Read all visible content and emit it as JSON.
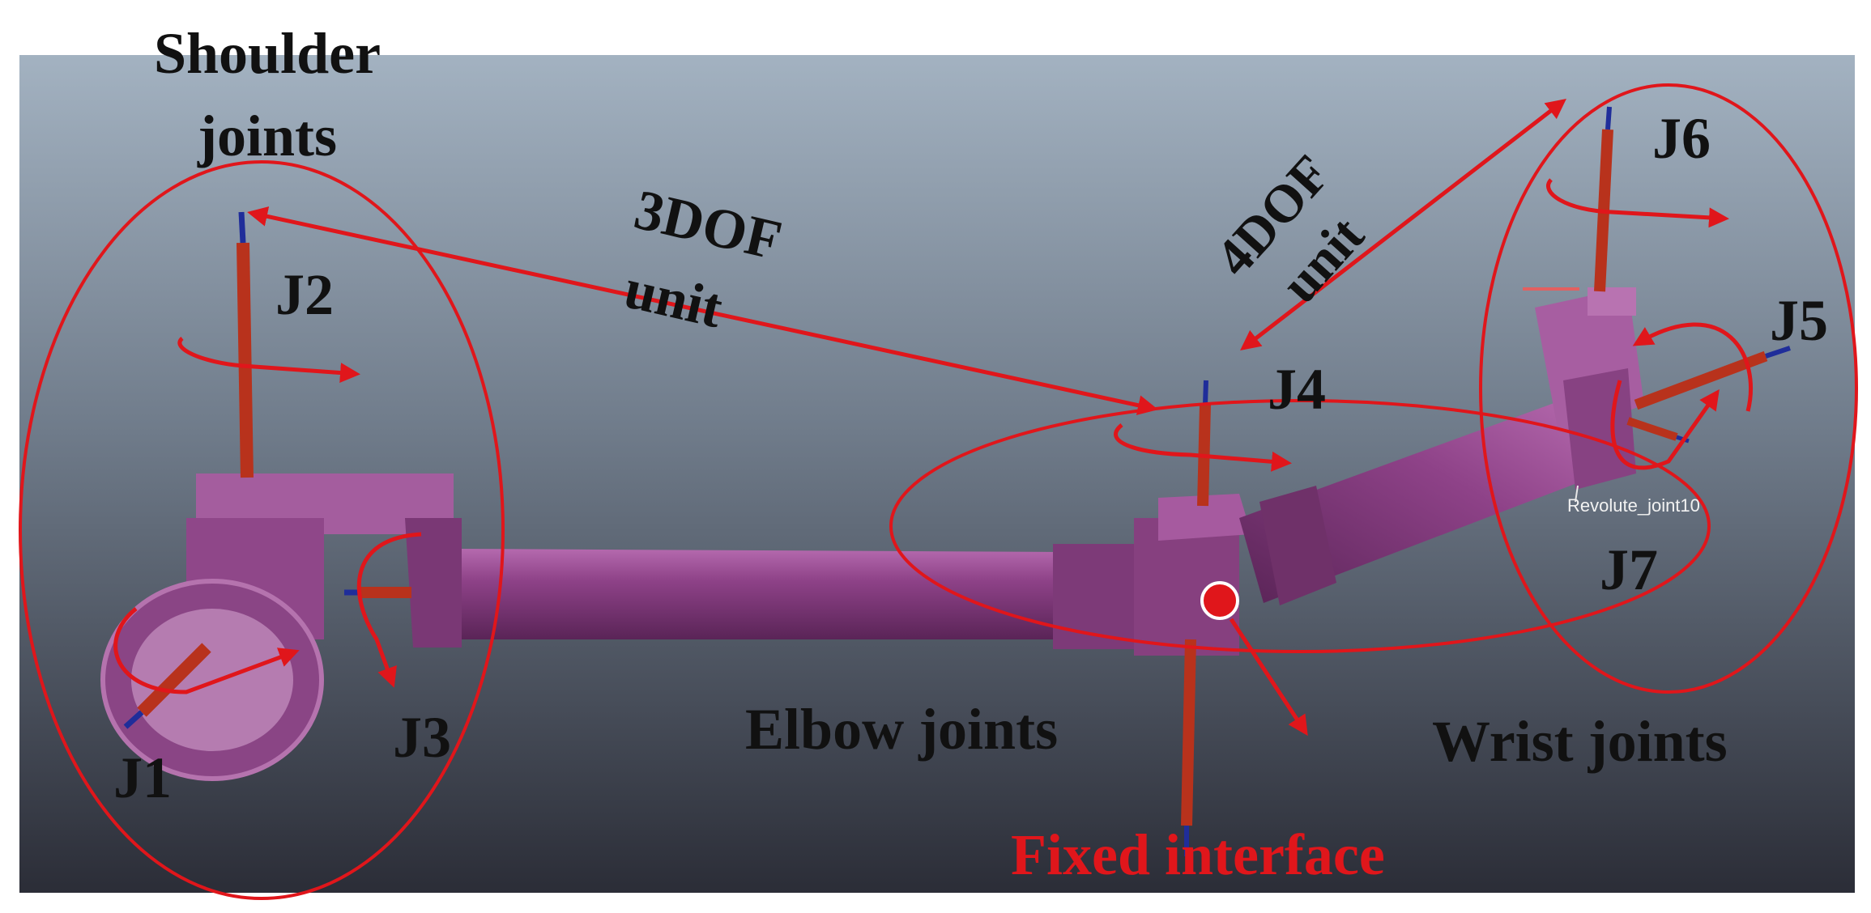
{
  "labels": {
    "shoulder_line1": "Shoulder",
    "shoulder_line2": "joints",
    "unit3_line1": "3DOF",
    "unit3_line2": "unit",
    "unit4_line1": "4DOF",
    "unit4_line2": "unit",
    "j1": "J1",
    "j2": "J2",
    "j3": "J3",
    "j4": "J4",
    "j5": "J5",
    "j6": "J6",
    "j7": "J7",
    "elbow": "Elbow joints",
    "wrist": "Wrist joints",
    "fixed": "Fixed interface",
    "revolute": "Revolute_joint10"
  },
  "colors": {
    "annotation_red": "#e0161b",
    "robot_magenta": "#8c3f86",
    "axis_red": "#b8321c",
    "axis_blue": "#1f2d9a",
    "bg_top": "#a3b2c1",
    "bg_bottom": "#2b2d37"
  }
}
